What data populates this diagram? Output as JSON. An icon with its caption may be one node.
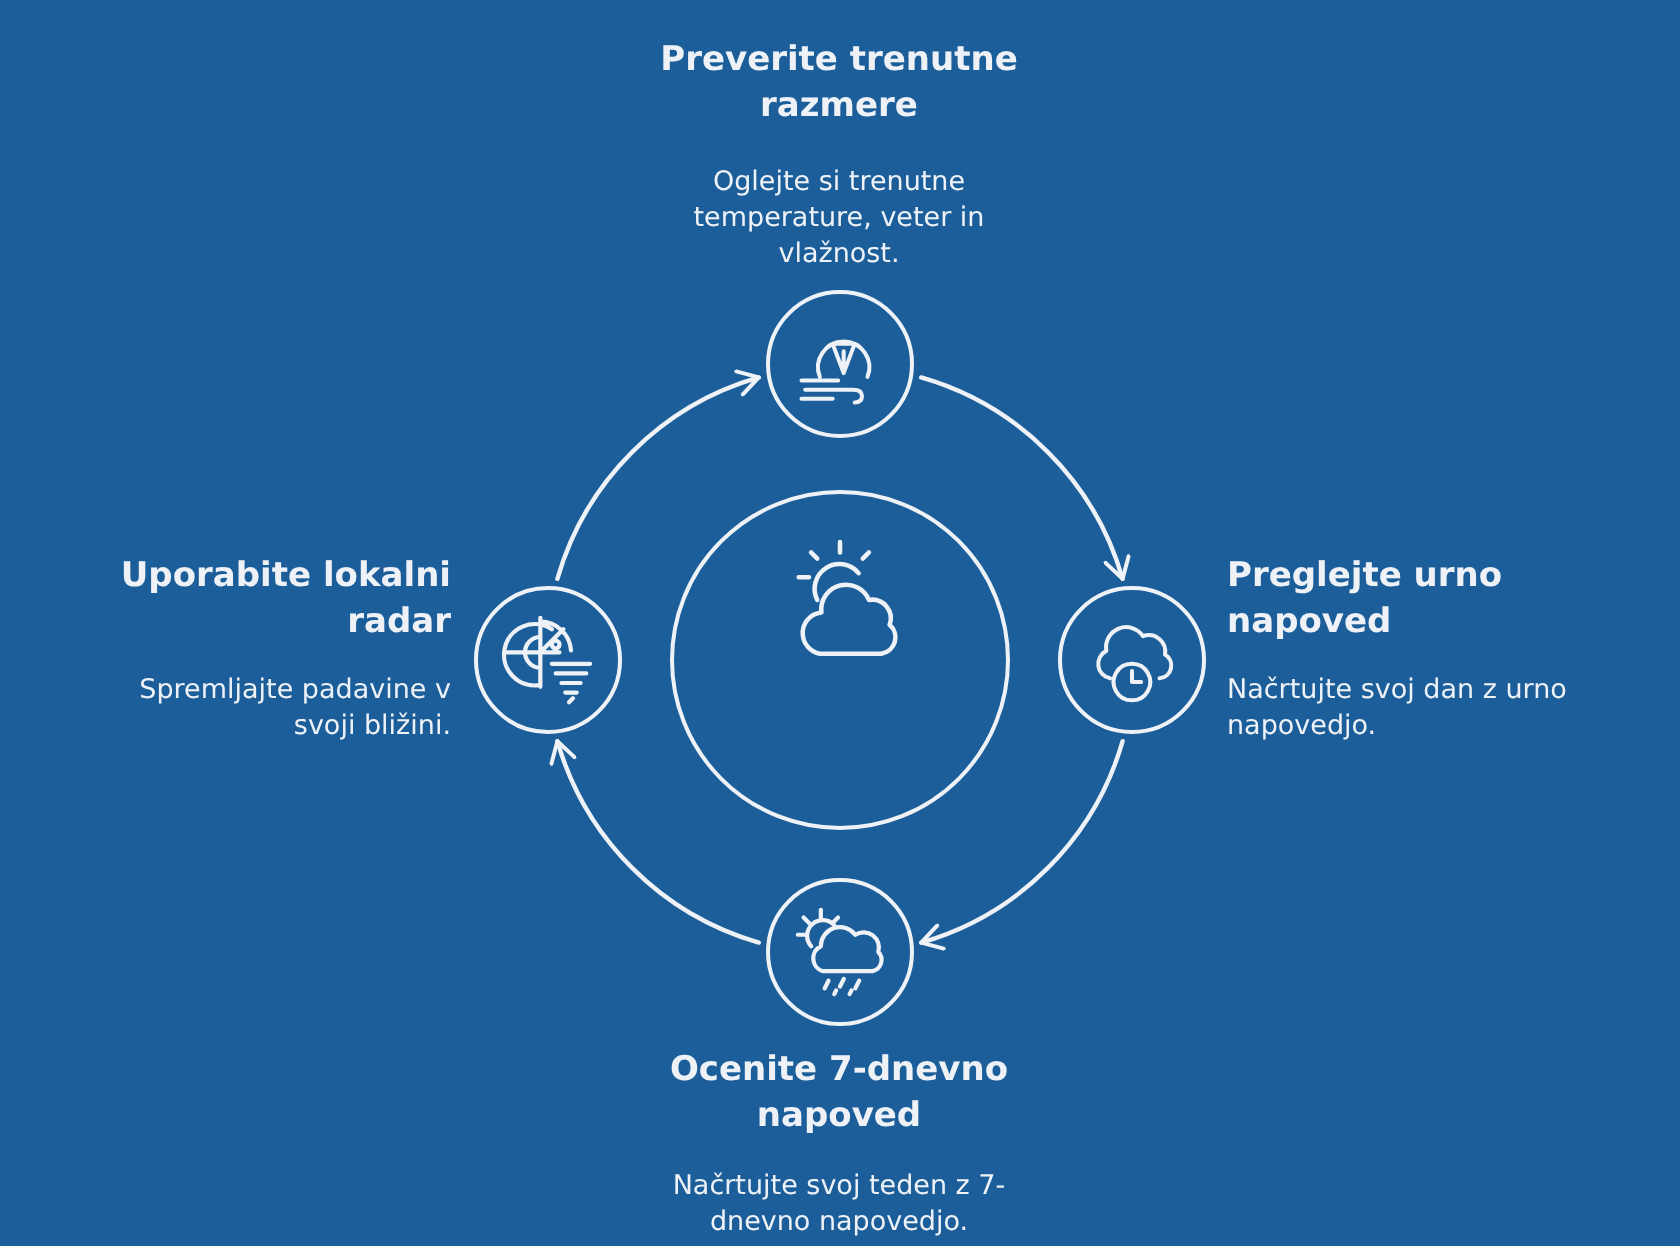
{
  "diagram": {
    "nodes": [
      {
        "text": [
          "Preverite trenutne razmere",
          "Oglejte si trenutne temperature, veter in vlažnost."
        ]
      },
      {
        "text": [
          "Uporabite lokalni radar",
          "Spremljajte padavine v svoji bližini."
        ]
      },
      {
        "text": [],
        "shape": "circle"
      },
      {
        "text": [
          "Preglejte urno napoved",
          "Načrtujte svoj dan z urno napovedjo."
        ]
      },
      {
        "text": [
          "Ocenite 7-dnevno napoved",
          "Načrtujte svoj teden z 7-dnevno napovedjo."
        ]
      }
    ],
    "edges": [
      {
        "from": 0,
        "to": 3,
        "arrow": "to"
      },
      {
        "from": 3,
        "to": 4,
        "arrow": "to"
      },
      {
        "from": 4,
        "to": 1,
        "arrow": "to"
      },
      {
        "from": 1,
        "to": 0,
        "arrow": "to"
      }
    ]
  }
}
